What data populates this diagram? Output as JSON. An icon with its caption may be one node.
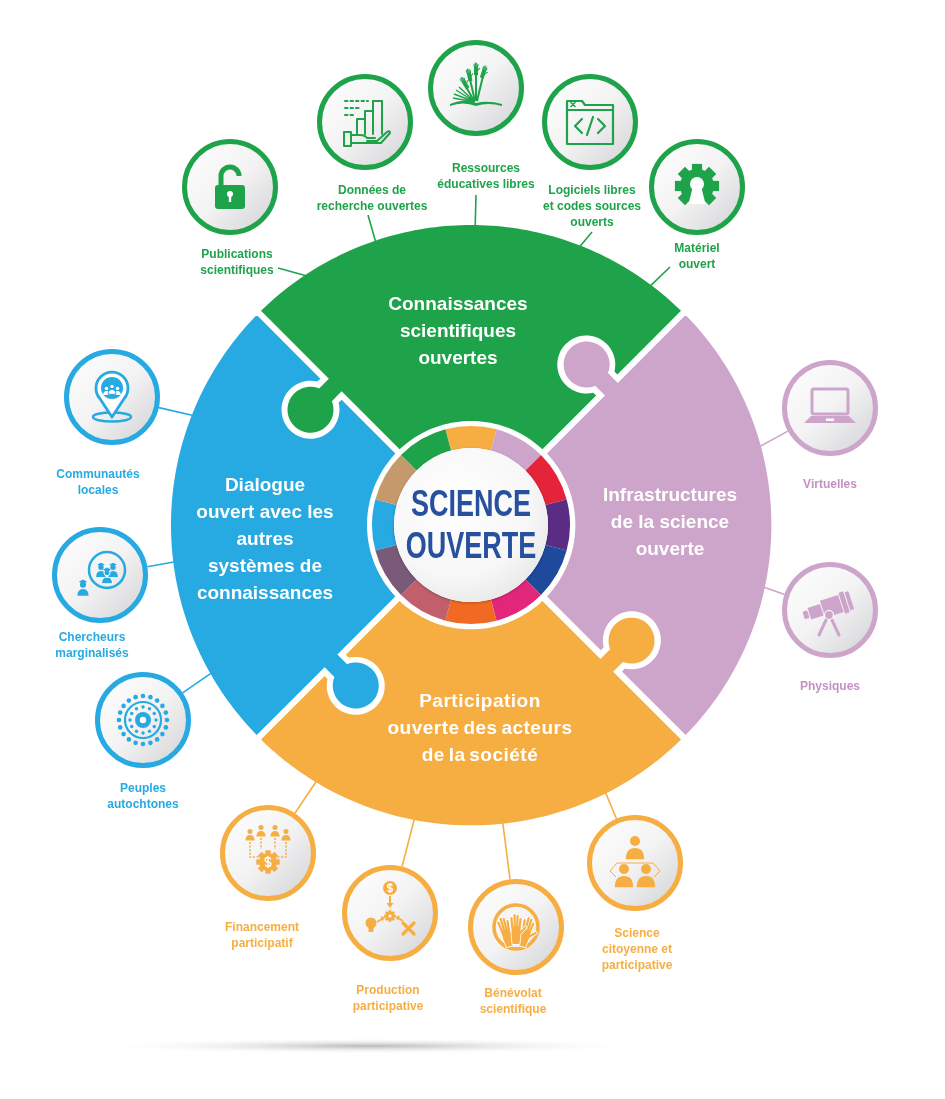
{
  "diagram": {
    "nodes": [
      {
        "text": [
          "SCIENCE OUVERTE"
        ]
      },
      {
        "text": [
          "Connaissances scientifiques ouvertes"
        ]
      },
      {
        "text": [
          "Infrastructures de la science ouverte"
        ]
      },
      {
        "text": [
          "Participation ouverte des acteurs de la société"
        ]
      },
      {
        "text": [
          "Dialogue ouvert avec les autres systèmes de connaissances"
        ]
      },
      {
        "text": [
          "Publications scientifiques"
        ]
      },
      {
        "text": [
          "Données de recherche ouvertes"
        ]
      },
      {
        "text": [
          "Ressources éducatives libres"
        ]
      },
      {
        "text": [
          "Logiciels libres et codes sources ouverts"
        ]
      },
      {
        "text": [
          "Matériel ouvert"
        ]
      },
      {
        "text": [
          "Virtuelles"
        ]
      },
      {
        "text": [
          "Physiques"
        ]
      },
      {
        "text": [
          "Science citoyenne et participative"
        ]
      },
      {
        "text": [
          "Bénévolat scientifique"
        ]
      },
      {
        "text": [
          "Production participative"
        ]
      },
      {
        "text": [
          "Financement participatif"
        ]
      },
      {
        "text": [
          "Communautés locales"
        ]
      },
      {
        "text": [
          "Chercheurs marginalisés"
        ]
      },
      {
        "text": [
          "Peuples autochtones"
        ]
      }
    ],
    "edges": [
      {
        "from": 1,
        "to": 5,
        "arrow": "none"
      },
      {
        "from": 1,
        "to": 6,
        "arrow": "none"
      },
      {
        "from": 1,
        "to": 7,
        "arrow": "none"
      },
      {
        "from": 1,
        "to": 8,
        "arrow": "none"
      },
      {
        "from": 1,
        "to": 9,
        "arrow": "none"
      },
      {
        "from": 2,
        "to": 10,
        "arrow": "none",
        "color": "#cda5cb"
      },
      {
        "from": 2,
        "to": 11,
        "arrow": "none",
        "color": "#cda5cb"
      },
      {
        "from": 3,
        "to": 12,
        "arrow": "none",
        "color": "#f6ae43"
      },
      {
        "from": 3,
        "to": 13,
        "arrow": "none",
        "color": "#f6ae43"
      },
      {
        "from": 3,
        "to": 14,
        "arrow": "none",
        "color": "#f6ae43"
      },
      {
        "from": 3,
        "to": 15,
        "arrow": "none",
        "color": "#f6ae43"
      },
      {
        "from": 4,
        "to": 16,
        "arrow": "none",
        "color": "#27a9e1"
      },
      {
        "from": 4,
        "to": 17,
        "arrow": "none",
        "color": "#27a9e1"
      },
      {
        "from": 4,
        "to": 18,
        "arrow": "none",
        "color": "#27a9e1"
      }
    ]
  }
}
